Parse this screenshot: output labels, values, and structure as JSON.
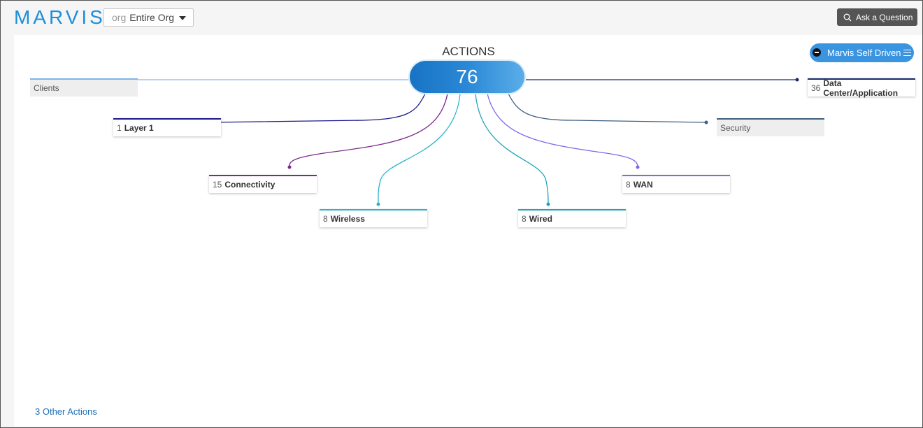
{
  "header": {
    "logo": "MARVIS",
    "org_prefix": "org",
    "org_value": "Entire Org",
    "ask_button": "Ask a Question"
  },
  "main": {
    "title": "ACTIONS",
    "total": "76",
    "self_driven": "Marvis Self Driven",
    "other_actions": "3 Other Actions"
  },
  "categories": {
    "clients": {
      "count": "",
      "name": "Clients",
      "color": "#7fb3e8"
    },
    "data_center": {
      "count": "36",
      "name": "Data Center/Application",
      "color": "#1a2a6c"
    },
    "layer1": {
      "count": "1",
      "name": "Layer 1",
      "color": "#1a1a8c"
    },
    "security": {
      "count": "",
      "name": "Security",
      "color": "#3f5f7f"
    },
    "connectivity": {
      "count": "15",
      "name": "Connectivity",
      "color": "#7b2a8c"
    },
    "wan": {
      "count": "8",
      "name": "WAN",
      "color": "#7b68ee"
    },
    "wireless": {
      "count": "8",
      "name": "Wireless",
      "color": "#2bb3c8"
    },
    "wired": {
      "count": "8",
      "name": "Wired",
      "color": "#1fa3b8"
    }
  },
  "colors": {
    "brand": "#1d8fd8",
    "pill_start": "#1873c4",
    "pill_end": "#5aaee8"
  }
}
